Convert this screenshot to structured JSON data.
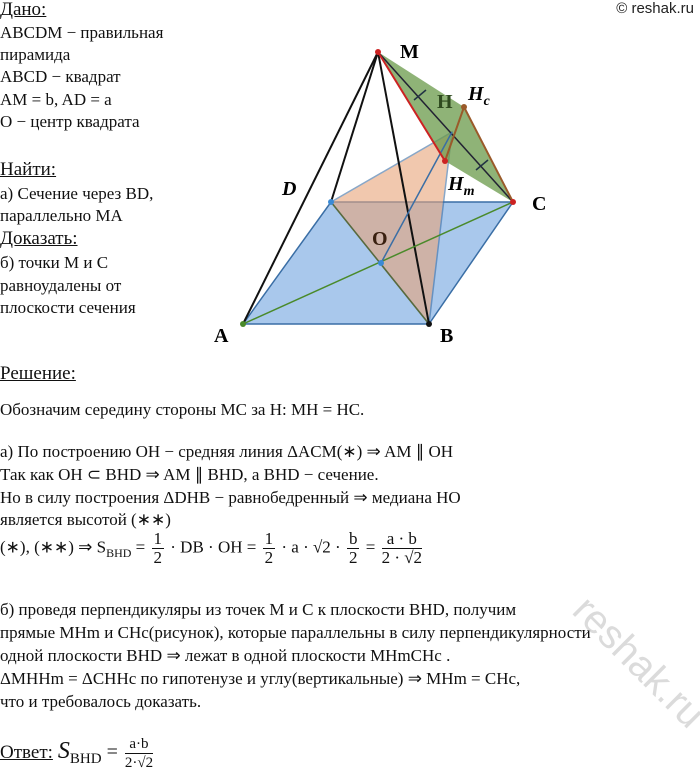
{
  "watermark": "© reshak.ru",
  "watermark_diag": "reshak.ru",
  "given": {
    "title": "Дано:",
    "lines": [
      "ABCDM − правильная",
      "пирамида",
      "ABCD − квадрат",
      "AM = b, AD = a",
      "O − центр квадрата"
    ]
  },
  "find": {
    "title": "Найти:",
    "lines": [
      "а) Сечение через BD,",
      "параллельно MA"
    ]
  },
  "prove": {
    "title": "Доказать:",
    "lines": [
      "б) точки M и C",
      "равноудалены от",
      "плоскости сечения"
    ]
  },
  "figure": {
    "labels": {
      "M": "M",
      "H": "H",
      "Hc": "Hc",
      "Hm": "Hm",
      "D": "D",
      "C": "C",
      "O": "O",
      "A": "A",
      "B": "B"
    },
    "colors": {
      "base": "#a9c8ec",
      "section": "#f2c2a6",
      "plane": "#6a9a4a",
      "red": "#cc2222",
      "brown": "#9a5a2a"
    }
  },
  "solution": {
    "title": "Решение:",
    "lines": [
      "Обозначим середину стороны MC за H: MH = HC.",
      "а) По построению OH − средняя линия ΔACM(∗) ⇒ AM ∥ OH",
      "Так как OH ⊂ BHD ⇒ AM ∥ BHD, а BHD − сечение.",
      "Но в силу построения ΔDHB − равнобедренный  ⇒ медиана HO",
      "является высотой (∗∗)"
    ],
    "formula": {
      "prefix": "(∗), (∗∗) ⇒ S",
      "sub": "BHD",
      "eq1": " = ",
      "f1n": "1",
      "f1d": "2",
      "mid1": "· DB · OH = ",
      "f2n": "1",
      "f2d": "2",
      "mid2": "· a · √2 ·",
      "f3n": "b",
      "f3d": "2",
      "eq2": " = ",
      "f4n": "a · b",
      "f4d": "2 · √2"
    },
    "part_b": [
      "б) проведя перпендикуляры из точек M и C к плоскости BHD, получим",
      "прямые MHm и CHc(рисунок), которые параллельны в силу перпендикулярности",
      "одной плоскости BHD ⇒ лежат в одной плоскости MHmCHc .",
      "ΔMHHm = ΔCHHc по гипотенузе и углу(вертикальные) ⇒ MHm = CHc,",
      "что и требовалось доказать."
    ]
  },
  "answer": {
    "label": "Ответ:",
    "s": "S",
    "sub": "BHD",
    "eq": " = ",
    "num": "a·b",
    "den": "2·√2"
  }
}
